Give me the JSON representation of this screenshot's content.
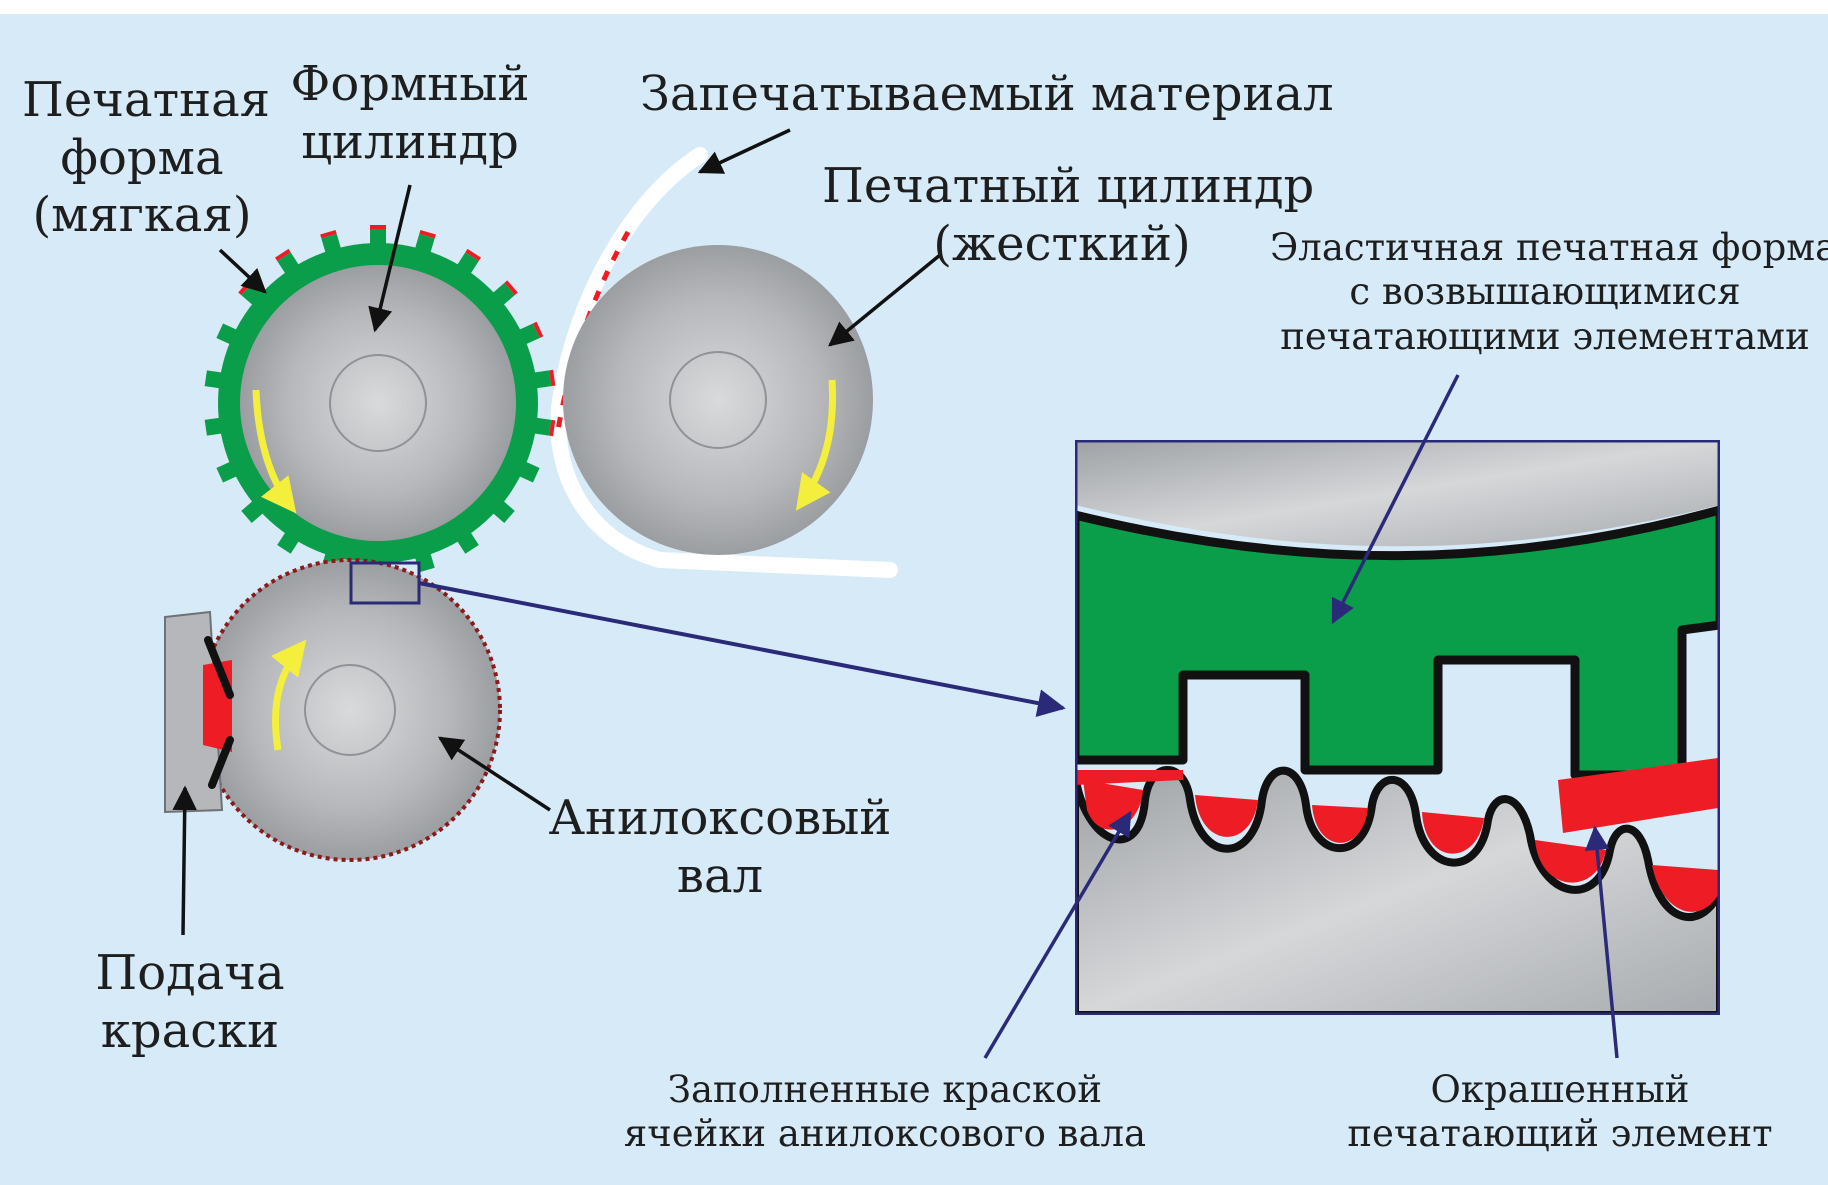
{
  "labels": {
    "plate_soft": [
      "Печатная",
      "форма",
      "(мягкая)"
    ],
    "plate_cylinder": [
      "Формный",
      "цилиндр"
    ],
    "substrate": "Запечатываемый материал",
    "impression_cylinder": [
      "Печатный цилиндр",
      "(жесткий)"
    ],
    "elastic_plate": [
      "Эластичная печатная форма",
      "с возвышающимися",
      "печатающими элементами"
    ],
    "anilox_roll": [
      "Анилоксовый",
      "вал"
    ],
    "ink_supply": [
      "Подача",
      "краски"
    ],
    "filled_cells": [
      "Заполненные краской",
      "ячейки анилоксового вала"
    ],
    "inked_element": [
      "Окрашенный",
      "печатающий элемент"
    ]
  },
  "colors": {
    "background": "#d6eaf8",
    "plate_green": "#0a9e4a",
    "ink_red": "#ee1c25",
    "cylinder_steel": "#b9bbbe",
    "arrow_navy": "#2b2a78",
    "rotation_arrow": "#f3ef3c"
  }
}
